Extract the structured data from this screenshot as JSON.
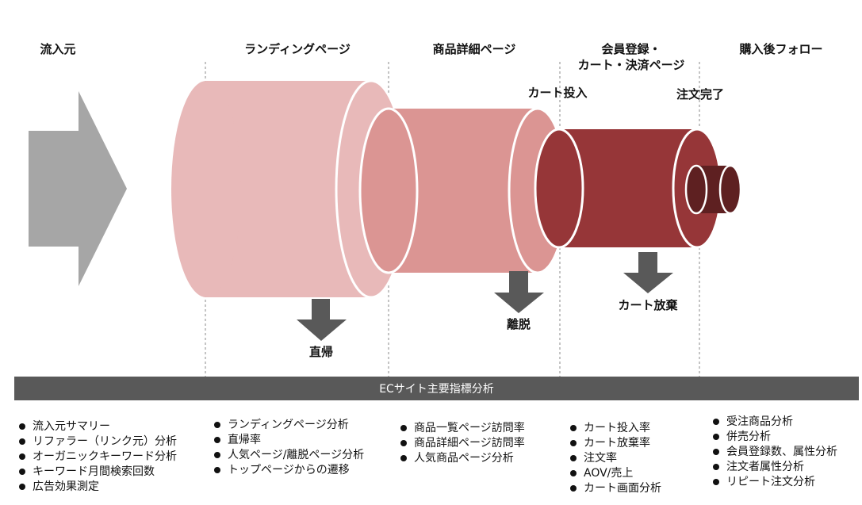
{
  "headers": {
    "source": "流入元",
    "landing": "ランディングページ",
    "product": "商品詳細ページ",
    "checkout_line1": "会員登録・",
    "checkout_line2": "カート・決済ページ",
    "followup": "購入後フォロー"
  },
  "labels": {
    "cart_add": "カート投入",
    "order_complete": "注文完了",
    "bounce": "直帰",
    "exit": "離脱",
    "cart_abandon": "カート放棄"
  },
  "colors": {
    "arrow_gray": "#a6a6a6",
    "drop_arrow": "#595959",
    "stage1": "#e8b9b9",
    "stage2": "#db9593",
    "stage3": "#963638",
    "stage4": "#5e2021",
    "bar": "#595959"
  },
  "bar_title": "ECサイト主要指標分析",
  "columns": {
    "source": [
      "流入元サマリー",
      "リファラー（リンク元）分析",
      "オーガニックキーワード分析",
      "キーワード月間検索回数",
      "広告効果測定"
    ],
    "landing": [
      "ランディングページ分析",
      "直帰率",
      "人気ページ/離脱ページ分析",
      "トップページからの遷移"
    ],
    "product": [
      "商品一覧ページ訪問率",
      "商品詳細ページ訪問率",
      "人気商品ページ分析"
    ],
    "checkout": [
      "カート投入率",
      "カート放棄率",
      "注文率",
      "AOV/売上",
      "カート画面分析"
    ],
    "followup": [
      "受注商品分析",
      "併売分析",
      "会員登録数、属性分析",
      "注文者属性分析",
      "リピート注文分析"
    ]
  }
}
